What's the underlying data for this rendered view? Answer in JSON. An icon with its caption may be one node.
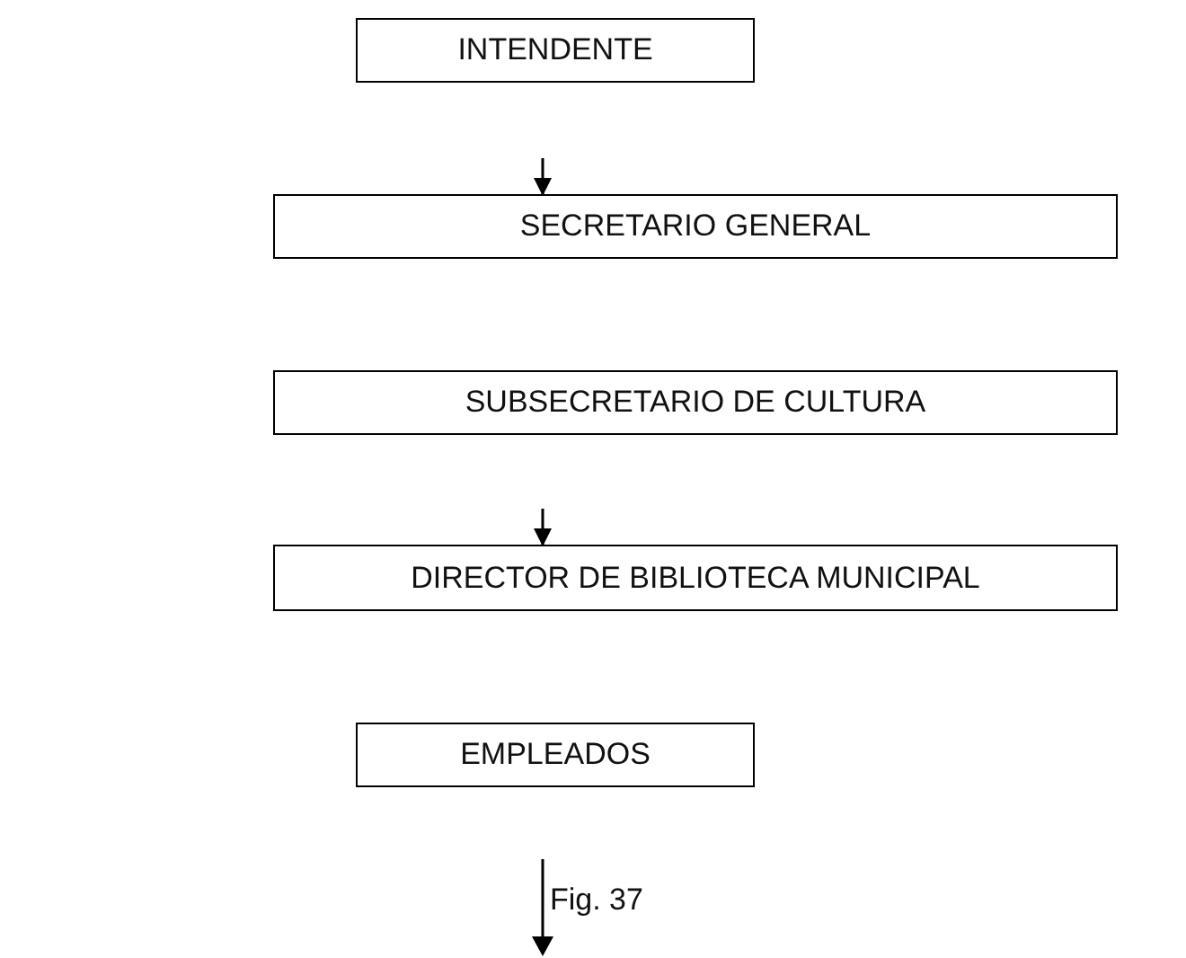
{
  "diagram": {
    "caption": "Fig. 37",
    "nodes": [
      {
        "text": [
          "INTENDENTE"
        ]
      },
      {
        "text": [
          "SECRETARIO GENERAL"
        ]
      },
      {
        "text": [
          "SUBSECRETARIO DE CULTURA"
        ]
      },
      {
        "text": [
          "DIRECTOR DE BIBLIOTECA MUNICIPAL"
        ]
      },
      {
        "text": [
          "EMPLEADOS"
        ]
      }
    ],
    "edges": [
      {
        "from": null,
        "to": 1,
        "arrow": "to"
      },
      {
        "from": null,
        "to": 3,
        "arrow": "to"
      }
    ]
  }
}
